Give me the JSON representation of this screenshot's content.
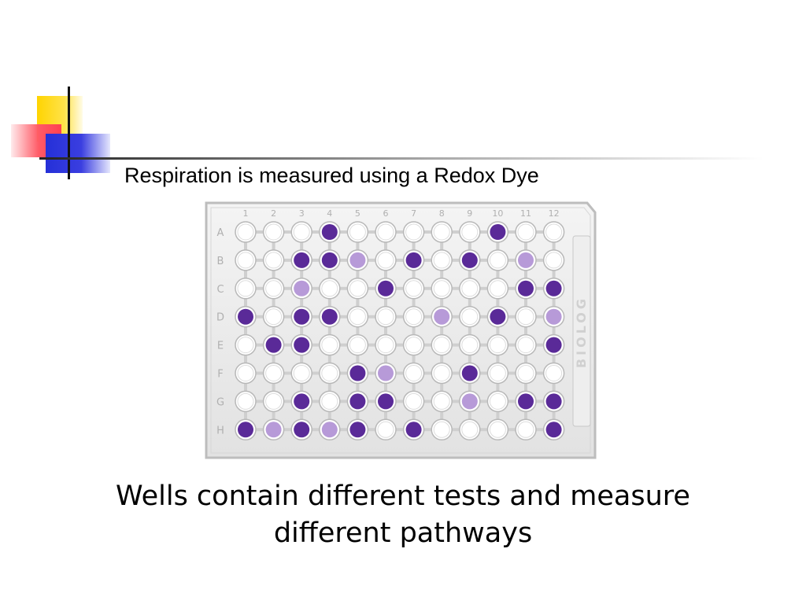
{
  "slide": {
    "title": "Respiration is measured using a Redox Dye",
    "caption_line1": "Wells contain different tests and measure",
    "caption_line2": "different pathways"
  },
  "plate": {
    "brand": "BIOLOG",
    "rows": [
      "A",
      "B",
      "C",
      "D",
      "E",
      "F",
      "G",
      "H"
    ],
    "columns": [
      "1",
      "2",
      "3",
      "4",
      "5",
      "6",
      "7",
      "8",
      "9",
      "10",
      "11",
      "12"
    ],
    "colors": {
      "dark": "#5a2a98",
      "mid": "#8a62c0",
      "light": "#b79ad8",
      "empty": "#ffffff"
    },
    "wells": [
      [
        0,
        0,
        0,
        2,
        0,
        0,
        0,
        0,
        0,
        2,
        0,
        0
      ],
      [
        0,
        0,
        2,
        2,
        1,
        0,
        2,
        0,
        2,
        0,
        1,
        0
      ],
      [
        0,
        0,
        1,
        0,
        0,
        2,
        0,
        0,
        0,
        0,
        2,
        2
      ],
      [
        2,
        0,
        2,
        2,
        0,
        0,
        0,
        1,
        0,
        2,
        0,
        1
      ],
      [
        0,
        2,
        2,
        0,
        0,
        0,
        0,
        0,
        0,
        0,
        0,
        2
      ],
      [
        0,
        0,
        0,
        0,
        2,
        1,
        0,
        0,
        2,
        0,
        0,
        0
      ],
      [
        0,
        0,
        2,
        0,
        2,
        2,
        0,
        0,
        1,
        0,
        2,
        2
      ],
      [
        2,
        1,
        2,
        1,
        2,
        0,
        2,
        0,
        0,
        0,
        0,
        2
      ]
    ]
  }
}
